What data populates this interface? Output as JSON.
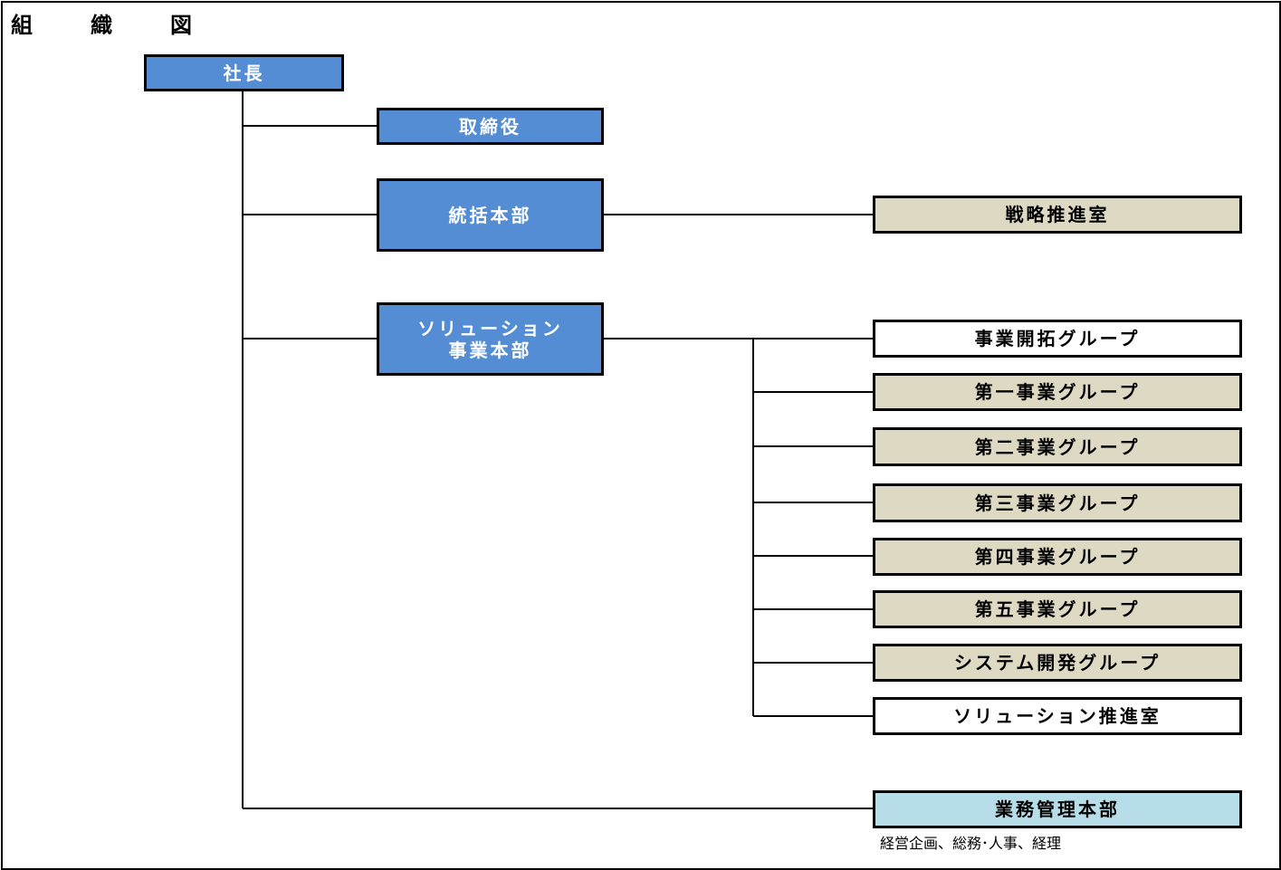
{
  "title": "組　織　図",
  "colors": {
    "executive": "#548dd4",
    "division_unit": "#ddd9c3",
    "plain_unit": "#ffffff",
    "admin": "#b7dde8",
    "line": "#000000"
  },
  "nodes": {
    "president": "社長",
    "directors": "取締役",
    "general_hq": "統括本部",
    "strategy_office": "戦略推進室",
    "solution_hq": "ソリューション\n事業本部",
    "business_dev_group": "事業開拓グループ",
    "business_group_1": "第一事業グループ",
    "business_group_2": "第二事業グループ",
    "business_group_3": "第三事業グループ",
    "business_group_4": "第四事業グループ",
    "business_group_5": "第五事業グループ",
    "system_dev_group": "システム開発グループ",
    "solution_promo_office": "ソリューション推進室",
    "admin_hq": "業務管理本部"
  },
  "admin_note": "経営企画、総務･人事、経理"
}
